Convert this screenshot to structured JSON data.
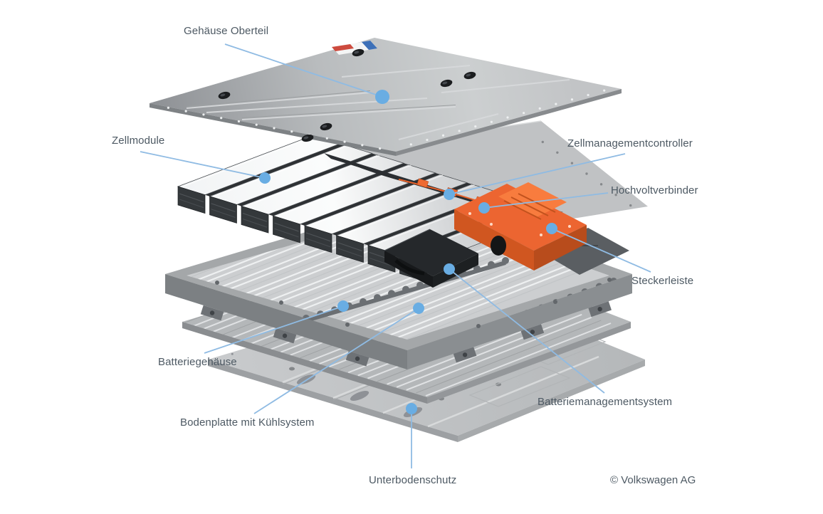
{
  "credit": {
    "text": "© Volkswagen AG"
  },
  "colors": {
    "label_text": "#4d5963",
    "leader_line": "#8fbbe3",
    "callout_dot": "#69ade3",
    "hv_orange": "#ec6531"
  },
  "labels": {
    "gehaeuse_oberteil": {
      "text": "Gehäuse Oberteil"
    },
    "zellmodule": {
      "text": "Zellmodule"
    },
    "zellmanagementcontroller": {
      "text": "Zellmanagementcontroller"
    },
    "hochvoltverbinder": {
      "text": "Hochvoltverbinder"
    },
    "steckerleiste": {
      "text": "Steckerleiste"
    },
    "batteriegehaeuse": {
      "text": "Batteriegehäuse"
    },
    "batteriemanagementsystem": {
      "text": "Batteriemanagementsystem"
    },
    "bodenplatte_mit_kuehlsystem": {
      "text": "Bodenplatte mit Kühlsystem"
    },
    "unterbodenschutz": {
      "text": "Unterbodenschutz"
    }
  }
}
